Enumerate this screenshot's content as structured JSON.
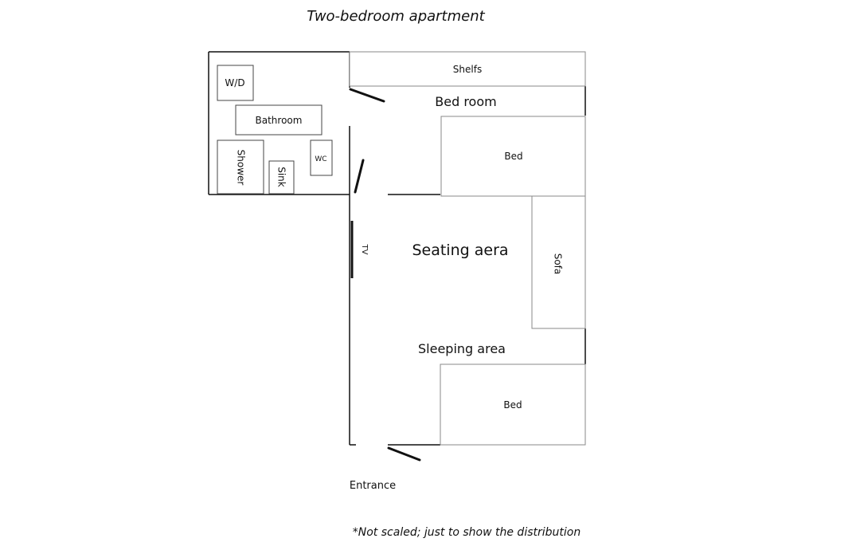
{
  "title": "Two-bedroom apartment",
  "note": "*Not scaled; just to show the distribution",
  "rooms": {
    "bed_room": "Bed room",
    "seating_area": "Seating aera",
    "sleeping_area": "Sleeping area",
    "bathroom": "Bathroom",
    "entrance": "Entrance"
  },
  "fixtures": {
    "shelfs": "Shelfs",
    "wd": "W/D",
    "shower": "Shower",
    "sink": "Sink",
    "wc": "WC",
    "bed_top": "Bed",
    "bed_bottom": "Bed",
    "sofa": "Sofa",
    "tv": "TV"
  },
  "colors": {
    "wall": "#111111",
    "furniture": "#8a8a8a"
  }
}
